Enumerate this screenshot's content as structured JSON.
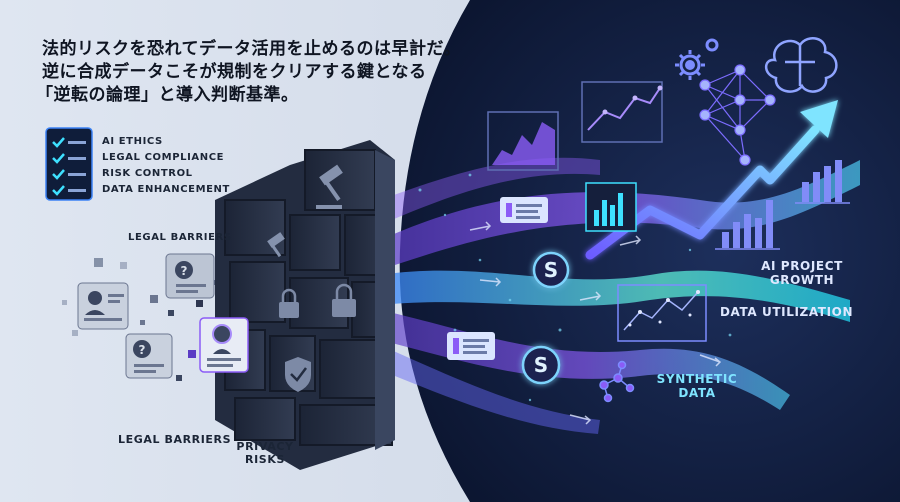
{
  "headline": {
    "line1": "法的リスクを恐れてデータ活用を止めるのは早計だ。",
    "line2": "逆に合成データこそが規制をクリアする鍵となる",
    "line3": "「逆転の論理」と導入判断基準。"
  },
  "checklist": {
    "items": [
      "AI ETHICS",
      "LEGAL COMPLIANCE",
      "RISK CONTROL",
      "DATA ENHANCEMENT"
    ]
  },
  "labels": {
    "legal_barriers_top": "LEGAL BARRIERS",
    "legal_barriers_bottom": "LEGAL BARRIERS",
    "privacy_risks_line1": "PRIVACY",
    "privacy_risks_line2": "RISKS",
    "ai_project_growth_line1": "AI PROJECT",
    "ai_project_growth_line2": "GROWTH",
    "data_utilization": "DATA UTILIZATION",
    "synthetic_data_line1": "SYNTHETIC",
    "synthetic_data_line2": "DATA"
  },
  "colors": {
    "dark_panel": "#0f1d3a",
    "wall": "#2a3346",
    "stream_purple": "#7c4dff",
    "stream_cyan": "#38d6ff",
    "accent_check": "#3ee0ff"
  },
  "icons": [
    "checklist-icon",
    "gavel-icon",
    "padlock-icon",
    "shield-icon",
    "person-card-icon",
    "question-card-icon",
    "synthetic-data-icon",
    "brain-icon",
    "neural-network-icon",
    "gear-icon",
    "growth-arrow-icon",
    "bar-chart-icon",
    "line-chart-icon",
    "document-icon"
  ]
}
